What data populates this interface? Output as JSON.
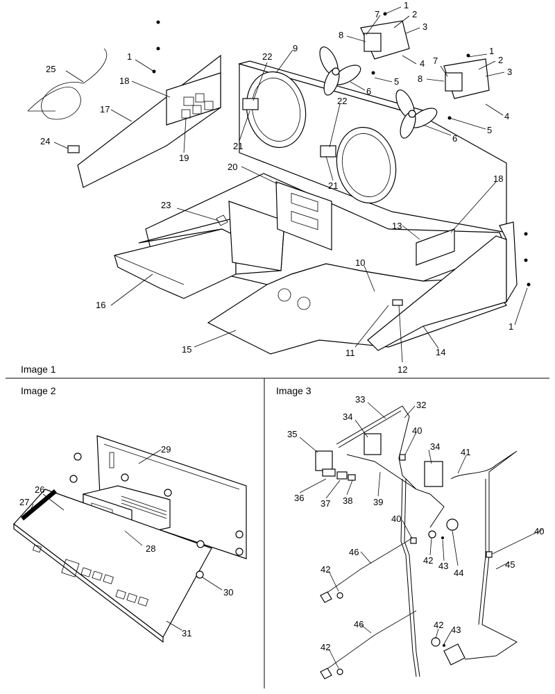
{
  "panels": {
    "image1": {
      "title": "Image 1"
    },
    "image2": {
      "title": "Image 2"
    },
    "image3": {
      "title": "Image 3"
    }
  },
  "callouts": {
    "c1a": "1",
    "c2a": "2",
    "c3a": "3",
    "c4a": "4",
    "c5a": "5",
    "c6a": "6",
    "c7a": "7",
    "c8a": "8",
    "c9": "9",
    "c1b": "1",
    "c2b": "2",
    "c3b": "3",
    "c4b": "4",
    "c5b": "5",
    "c6b": "6",
    "c7b": "7",
    "c8b": "8",
    "c1c": "1",
    "c1d": "1",
    "c10": "10",
    "c11": "11",
    "c12": "12",
    "c13": "13",
    "c14": "14",
    "c15": "15",
    "c16": "16",
    "c17": "17",
    "c18a": "18",
    "c18b": "18",
    "c19": "19",
    "c20": "20",
    "c21a": "21",
    "c21b": "21",
    "c22a": "22",
    "c22b": "22",
    "c23": "23",
    "c24": "24",
    "c25": "25",
    "c26": "26",
    "c27": "27",
    "c28": "28",
    "c29": "29",
    "c30": "30",
    "c31": "31",
    "c32": "32",
    "c33": "33",
    "c34a": "34",
    "c34b": "34",
    "c35": "35",
    "c36": "36",
    "c37": "37",
    "c38": "38",
    "c39": "39",
    "c40a": "40",
    "c40b": "40",
    "c40c": "40",
    "c41": "41",
    "c42a": "42",
    "c42b": "42",
    "c42c": "42",
    "c42d": "42",
    "c43a": "43",
    "c43b": "43",
    "c44": "44",
    "c45": "45",
    "c46a": "46",
    "c46b": "46"
  }
}
